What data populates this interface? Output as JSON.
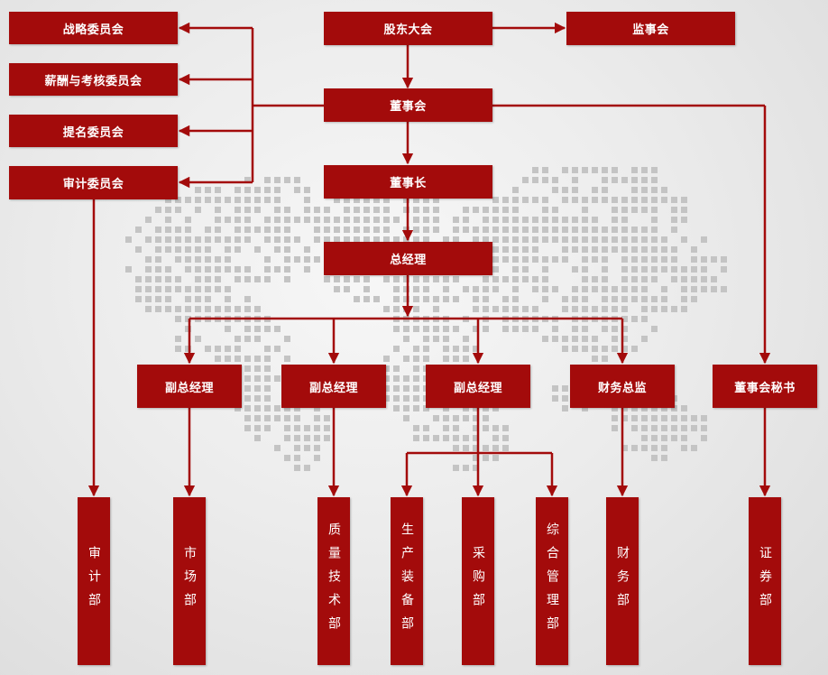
{
  "colors": {
    "node": "#a30b0b",
    "line": "#a30b0b",
    "background": "#e6e6e6"
  },
  "committees": {
    "strategy": "战略委员会",
    "compensation": "薪酬与考核委员会",
    "nomination": "提名委员会",
    "audit": "审计委员会"
  },
  "governance": {
    "shareholders": "股东大会",
    "supervisors": "监事会",
    "board": "董事会",
    "chairman": "董事长",
    "gm": "总经理"
  },
  "managers": {
    "vp1": "副总经理",
    "vp2": "副总经理",
    "vp3": "副总经理",
    "cfo": "财务总监",
    "secretary": "董事会秘书"
  },
  "departments": {
    "audit": "审计部",
    "marketing": "市场部",
    "quality": "质量技术部",
    "production": "生产装备部",
    "purchasing": "采购部",
    "admin": "综合管理部",
    "finance": "财务部",
    "securities": "证券部"
  }
}
